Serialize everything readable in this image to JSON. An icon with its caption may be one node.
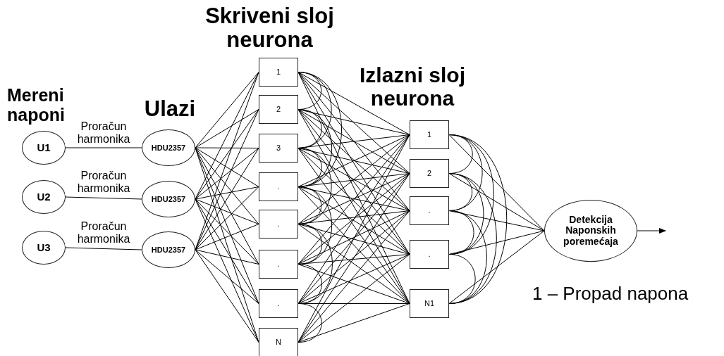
{
  "diagram": {
    "nodes": [
      {
        "text": [
          "U1"
        ]
      },
      {
        "text": [
          "U2"
        ]
      },
      {
        "text": [
          "U3"
        ]
      },
      {
        "text": [
          "HDU2357"
        ]
      },
      {
        "text": [
          "HDU2357"
        ]
      },
      {
        "text": [
          "HDU2357"
        ]
      },
      {
        "text": [
          "1"
        ]
      },
      {
        "text": [
          "2"
        ]
      },
      {
        "text": [
          "3"
        ]
      },
      {
        "text": [
          "."
        ]
      },
      {
        "text": [
          "."
        ]
      },
      {
        "text": [
          "."
        ]
      },
      {
        "text": [
          "."
        ]
      },
      {
        "text": [
          "N"
        ]
      },
      {
        "text": [
          "1"
        ]
      },
      {
        "text": [
          "2"
        ]
      },
      {
        "text": [
          "."
        ]
      },
      {
        "text": [
          "."
        ]
      },
      {
        "text": [
          "N1"
        ]
      },
      {
        "text": [
          "Detekcija Naponskih poremećaja"
        ]
      }
    ],
    "edges": [
      {
        "from": 0,
        "to": 3,
        "arrow": "none",
        "label": "Proračun harmonika"
      },
      {
        "from": 1,
        "to": 4,
        "arrow": "none",
        "label": "Proračun harmonika"
      },
      {
        "from": 2,
        "to": 5,
        "arrow": "none",
        "label": "Proračun harmonika"
      },
      {
        "from": 3,
        "to": 6,
        "arrow": "none"
      },
      {
        "from": 3,
        "to": 7,
        "arrow": "none"
      },
      {
        "from": 3,
        "to": 8,
        "arrow": "none"
      },
      {
        "from": 3,
        "to": 9,
        "arrow": "none"
      },
      {
        "from": 3,
        "to": 10,
        "arrow": "none"
      },
      {
        "from": 3,
        "to": 11,
        "arrow": "none"
      },
      {
        "from": 3,
        "to": 12,
        "arrow": "none"
      },
      {
        "from": 3,
        "to": 13,
        "arrow": "none"
      },
      {
        "from": 4,
        "to": 6,
        "arrow": "none"
      },
      {
        "from": 4,
        "to": 7,
        "arrow": "none"
      },
      {
        "from": 4,
        "to": 8,
        "arrow": "none"
      },
      {
        "from": 4,
        "to": 9,
        "arrow": "none"
      },
      {
        "from": 4,
        "to": 10,
        "arrow": "none"
      },
      {
        "from": 4,
        "to": 11,
        "arrow": "none"
      },
      {
        "from": 4,
        "to": 12,
        "arrow": "none"
      },
      {
        "from": 4,
        "to": 13,
        "arrow": "none"
      },
      {
        "from": 5,
        "to": 6,
        "arrow": "none"
      },
      {
        "from": 5,
        "to": 7,
        "arrow": "none"
      },
      {
        "from": 5,
        "to": 8,
        "arrow": "none"
      },
      {
        "from": 5,
        "to": 9,
        "arrow": "none"
      },
      {
        "from": 5,
        "to": 10,
        "arrow": "none"
      },
      {
        "from": 5,
        "to": 11,
        "arrow": "none"
      },
      {
        "from": 5,
        "to": 12,
        "arrow": "none"
      },
      {
        "from": 5,
        "to": 13,
        "arrow": "none"
      },
      {
        "from": 6,
        "to": 14,
        "arrow": "none"
      },
      {
        "from": 6,
        "to": 15,
        "arrow": "none"
      },
      {
        "from": 6,
        "to": 16,
        "arrow": "none"
      },
      {
        "from": 6,
        "to": 17,
        "arrow": "none"
      },
      {
        "from": 6,
        "to": 18,
        "arrow": "none"
      },
      {
        "from": 7,
        "to": 14,
        "arrow": "none"
      },
      {
        "from": 7,
        "to": 15,
        "arrow": "none"
      },
      {
        "from": 7,
        "to": 16,
        "arrow": "none"
      },
      {
        "from": 7,
        "to": 17,
        "arrow": "none"
      },
      {
        "from": 7,
        "to": 18,
        "arrow": "none"
      },
      {
        "from": 8,
        "to": 14,
        "arrow": "none"
      },
      {
        "from": 8,
        "to": 15,
        "arrow": "none"
      },
      {
        "from": 8,
        "to": 16,
        "arrow": "none"
      },
      {
        "from": 8,
        "to": 17,
        "arrow": "none"
      },
      {
        "from": 8,
        "to": 18,
        "arrow": "none"
      },
      {
        "from": 9,
        "to": 14,
        "arrow": "none"
      },
      {
        "from": 9,
        "to": 15,
        "arrow": "none"
      },
      {
        "from": 9,
        "to": 16,
        "arrow": "none"
      },
      {
        "from": 9,
        "to": 17,
        "arrow": "none"
      },
      {
        "from": 9,
        "to": 18,
        "arrow": "none"
      },
      {
        "from": 10,
        "to": 14,
        "arrow": "none"
      },
      {
        "from": 10,
        "to": 15,
        "arrow": "none"
      },
      {
        "from": 10,
        "to": 16,
        "arrow": "none"
      },
      {
        "from": 10,
        "to": 17,
        "arrow": "none"
      },
      {
        "from": 10,
        "to": 18,
        "arrow": "none"
      },
      {
        "from": 11,
        "to": 14,
        "arrow": "none"
      },
      {
        "from": 11,
        "to": 15,
        "arrow": "none"
      },
      {
        "from": 11,
        "to": 16,
        "arrow": "none"
      },
      {
        "from": 11,
        "to": 17,
        "arrow": "none"
      },
      {
        "from": 11,
        "to": 18,
        "arrow": "none"
      },
      {
        "from": 12,
        "to": 14,
        "arrow": "none"
      },
      {
        "from": 12,
        "to": 15,
        "arrow": "none"
      },
      {
        "from": 12,
        "to": 16,
        "arrow": "none"
      },
      {
        "from": 12,
        "to": 17,
        "arrow": "none"
      },
      {
        "from": 12,
        "to": 18,
        "arrow": "none"
      },
      {
        "from": 13,
        "to": 14,
        "arrow": "none"
      },
      {
        "from": 13,
        "to": 15,
        "arrow": "none"
      },
      {
        "from": 13,
        "to": 16,
        "arrow": "none"
      },
      {
        "from": 13,
        "to": 17,
        "arrow": "none"
      },
      {
        "from": 13,
        "to": 18,
        "arrow": "none"
      },
      {
        "from": 6,
        "to": 7,
        "arrow": "none"
      },
      {
        "from": 6,
        "to": 8,
        "arrow": "none"
      },
      {
        "from": 6,
        "to": 9,
        "arrow": "none"
      },
      {
        "from": 7,
        "to": 8,
        "arrow": "none"
      },
      {
        "from": 7,
        "to": 9,
        "arrow": "none"
      },
      {
        "from": 8,
        "to": 9,
        "arrow": "none"
      },
      {
        "from": 8,
        "to": 10,
        "arrow": "none"
      },
      {
        "from": 9,
        "to": 10,
        "arrow": "none"
      },
      {
        "from": 9,
        "to": 11,
        "arrow": "none"
      },
      {
        "from": 10,
        "to": 11,
        "arrow": "none"
      },
      {
        "from": 10,
        "to": 12,
        "arrow": "none"
      },
      {
        "from": 11,
        "to": 12,
        "arrow": "none"
      },
      {
        "from": 12,
        "to": 13,
        "arrow": "none"
      },
      {
        "from": 14,
        "to": 15,
        "arrow": "none"
      },
      {
        "from": 14,
        "to": 16,
        "arrow": "none"
      },
      {
        "from": 14,
        "to": 17,
        "arrow": "none"
      },
      {
        "from": 14,
        "to": 18,
        "arrow": "none"
      },
      {
        "from": 15,
        "to": 16,
        "arrow": "none"
      },
      {
        "from": 15,
        "to": 17,
        "arrow": "none"
      },
      {
        "from": 15,
        "to": 18,
        "arrow": "none"
      },
      {
        "from": 16,
        "to": 17,
        "arrow": "none"
      },
      {
        "from": 16,
        "to": 18,
        "arrow": "none"
      },
      {
        "from": 17,
        "to": 18,
        "arrow": "none"
      },
      {
        "from": 14,
        "to": 19,
        "arrow": "none"
      },
      {
        "from": 15,
        "to": 19,
        "arrow": "none"
      },
      {
        "from": 16,
        "to": 19,
        "arrow": "none"
      },
      {
        "from": 17,
        "to": 19,
        "arrow": "none"
      },
      {
        "from": 18,
        "to": 19,
        "arrow": "none"
      },
      {
        "from": 19,
        "to": null,
        "arrow": "to"
      }
    ],
    "labels": [
      "Skriveni sloj neurona",
      "Mereni naponi",
      "Ulazi",
      "Izlazni sloj neurona",
      "1 – Propad napona"
    ]
  }
}
